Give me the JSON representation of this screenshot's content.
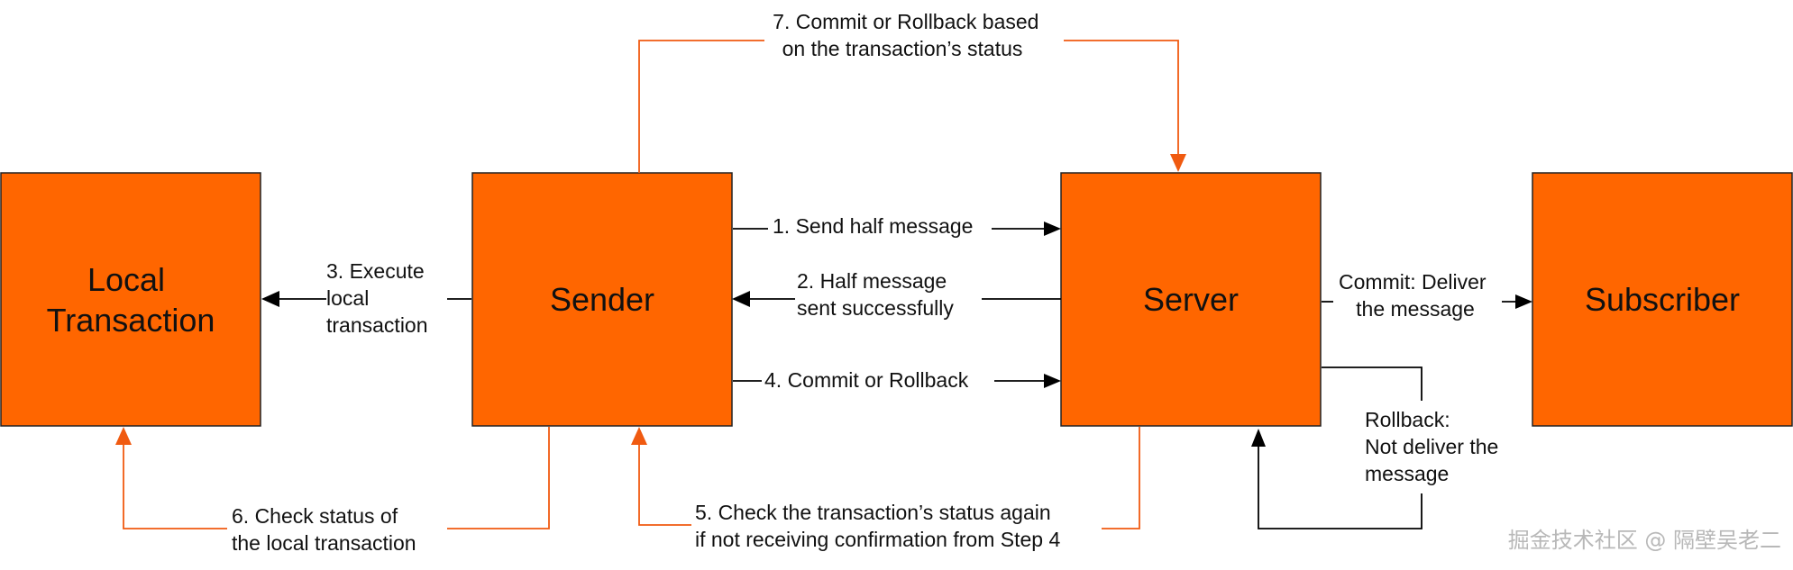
{
  "nodes": {
    "local_transaction": "Local Transaction",
    "sender": "Sender",
    "server": "Server",
    "subscriber": "Subscriber"
  },
  "edges": {
    "step1": "1. Send half message",
    "step2": [
      "2. Half message",
      "sent successfully"
    ],
    "step3": [
      "3. Execute",
      "local",
      "transaction"
    ],
    "step4": "4. Commit or Rollback",
    "step5": [
      "5. Check the transaction’s status again",
      "if not receiving confirmation from Step 4"
    ],
    "step6": [
      "6. Check status of",
      "the local transaction"
    ],
    "step7": [
      "7. Commit or Rollback based",
      "on the transaction’s status"
    ],
    "commit": [
      "Commit: Deliver",
      "the message"
    ],
    "rollback": [
      "Rollback:",
      "Not deliver the",
      "message"
    ]
  },
  "watermark": "掘金技术社区 @ 隔壁吴老二",
  "colors": {
    "box_fill": "#ff6600",
    "orange_arrow": "#f05a10",
    "black_arrow": "#000000"
  }
}
